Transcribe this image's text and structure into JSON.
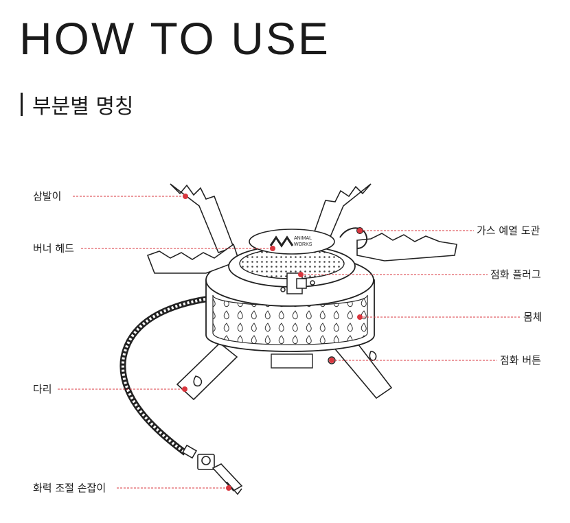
{
  "header": {
    "title": "HOW TO USE"
  },
  "section": {
    "title": "부분별 명칭"
  },
  "logo": {
    "text_line1": "ANIMAL",
    "text_line2": "WORKS"
  },
  "accent_color": "#d9363e",
  "parts": {
    "legs": "삼발이",
    "burner_head": "버너 헤드",
    "legs_lower": "다리",
    "valve_knob": "화력 조절 손잡이",
    "preheat_tube": "가스 예열 도관",
    "spark_plug": "점화 플러그",
    "body": "몸체",
    "ignition_button": "점화 버튼"
  }
}
